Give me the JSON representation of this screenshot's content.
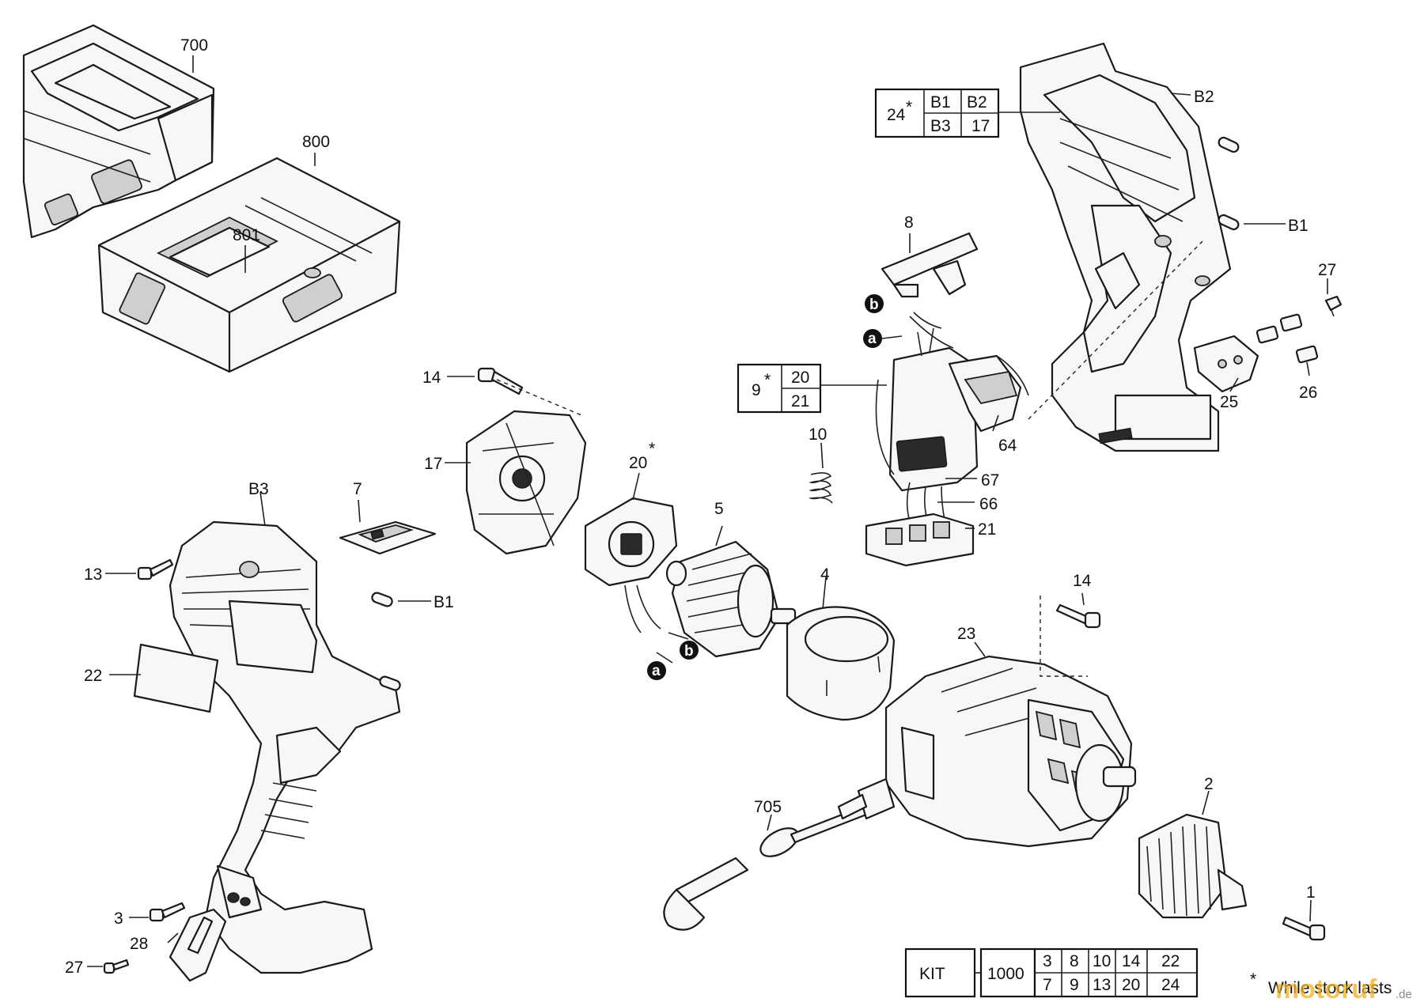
{
  "labels": {
    "l700": "700",
    "l800": "800",
    "l801": "801",
    "l24": "24",
    "lB2top": "B2",
    "lB1right": "B1",
    "l8": "8",
    "l27top": "27",
    "l25": "25",
    "l26": "26",
    "l9": "9",
    "l10": "10",
    "l64": "64",
    "l67": "67",
    "l66": "66",
    "l21": "21",
    "l14a": "14",
    "l17": "17",
    "l20": "20",
    "l5": "5",
    "l4": "4",
    "lB3": "B3",
    "l7": "7",
    "l13": "13",
    "lB1left": "B1",
    "l22": "22",
    "l14b": "14",
    "l23": "23",
    "l705": "705",
    "l2": "2",
    "l1": "1",
    "l3": "3",
    "l28": "28",
    "l27bot": "27"
  },
  "marker_a": "a",
  "marker_b": "b",
  "asterisk": "*",
  "box24": {
    "c1": "B1",
    "c2": "B2",
    "c3": "B3",
    "c4": "17"
  },
  "box9": {
    "c1": "20",
    "c2": "21"
  },
  "kit": {
    "title": "KIT",
    "code": "1000",
    "row1": [
      "3",
      "8",
      "10",
      "14",
      "22"
    ],
    "row2": [
      "7",
      "9",
      "13",
      "20",
      "24"
    ]
  },
  "footnote": "While stock lasts",
  "watermark": {
    "main": "motoruf",
    "suffix": ".de"
  }
}
